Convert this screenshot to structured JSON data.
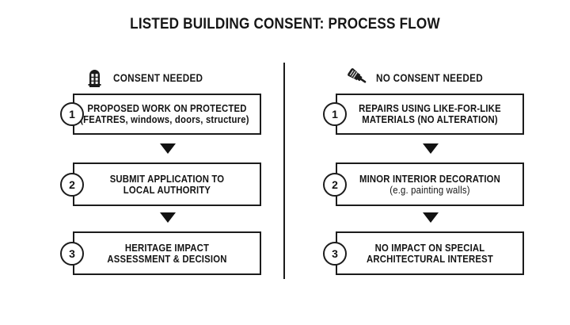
{
  "title": "LISTED BUILDING CONSENT: PROCESS FLOW",
  "colors": {
    "background": "#ffffff",
    "ink": "#1c1c1c",
    "text": "#141414"
  },
  "columns": [
    {
      "id": "consent-needed",
      "header": {
        "label": "CONSENT NEEDED",
        "icon": "arched-window-building-icon"
      },
      "steps": [
        {
          "number": "1",
          "lines": [
            {
              "text": "PROPOSED WORK ON PROTECTED",
              "style": "bold"
            },
            {
              "text": "(FEATRES, windows, doors, structure)",
              "style": "bold",
              "overflow": true
            }
          ]
        },
        {
          "number": "2",
          "lines": [
            {
              "text": "SUBMIT APPLICATION TO",
              "style": "bold"
            },
            {
              "text": "LOCAL AUTHORITY",
              "style": "bold"
            }
          ]
        },
        {
          "number": "3",
          "lines": [
            {
              "text": "HERITAGE IMPACT",
              "style": "bold"
            },
            {
              "text": "ASSESSMENT & DECISION",
              "style": "bold"
            }
          ]
        }
      ]
    },
    {
      "id": "no-consent-needed",
      "header": {
        "label": "NO CONSENT NEEDED",
        "icon": "paintbrush-icon"
      },
      "steps": [
        {
          "number": "1",
          "lines": [
            {
              "text": "REPAIRS USING LIKE-FOR-LIKE",
              "style": "bold"
            },
            {
              "text": "MATERIALS (NO ALTERATION)",
              "style": "bold"
            }
          ]
        },
        {
          "number": "2",
          "lines": [
            {
              "text": "MINOR INTERIOR DECORATION",
              "style": "bold"
            },
            {
              "text": "(e.g. painting walls)",
              "style": "regular"
            }
          ]
        },
        {
          "number": "3",
          "lines": [
            {
              "text": "NO IMPACT ON SPECIAL",
              "style": "bold"
            },
            {
              "text": "ARCHITECTURAL INTEREST",
              "style": "bold"
            }
          ]
        }
      ]
    }
  ],
  "arrow_icon": "down-triangle-arrow-icon"
}
